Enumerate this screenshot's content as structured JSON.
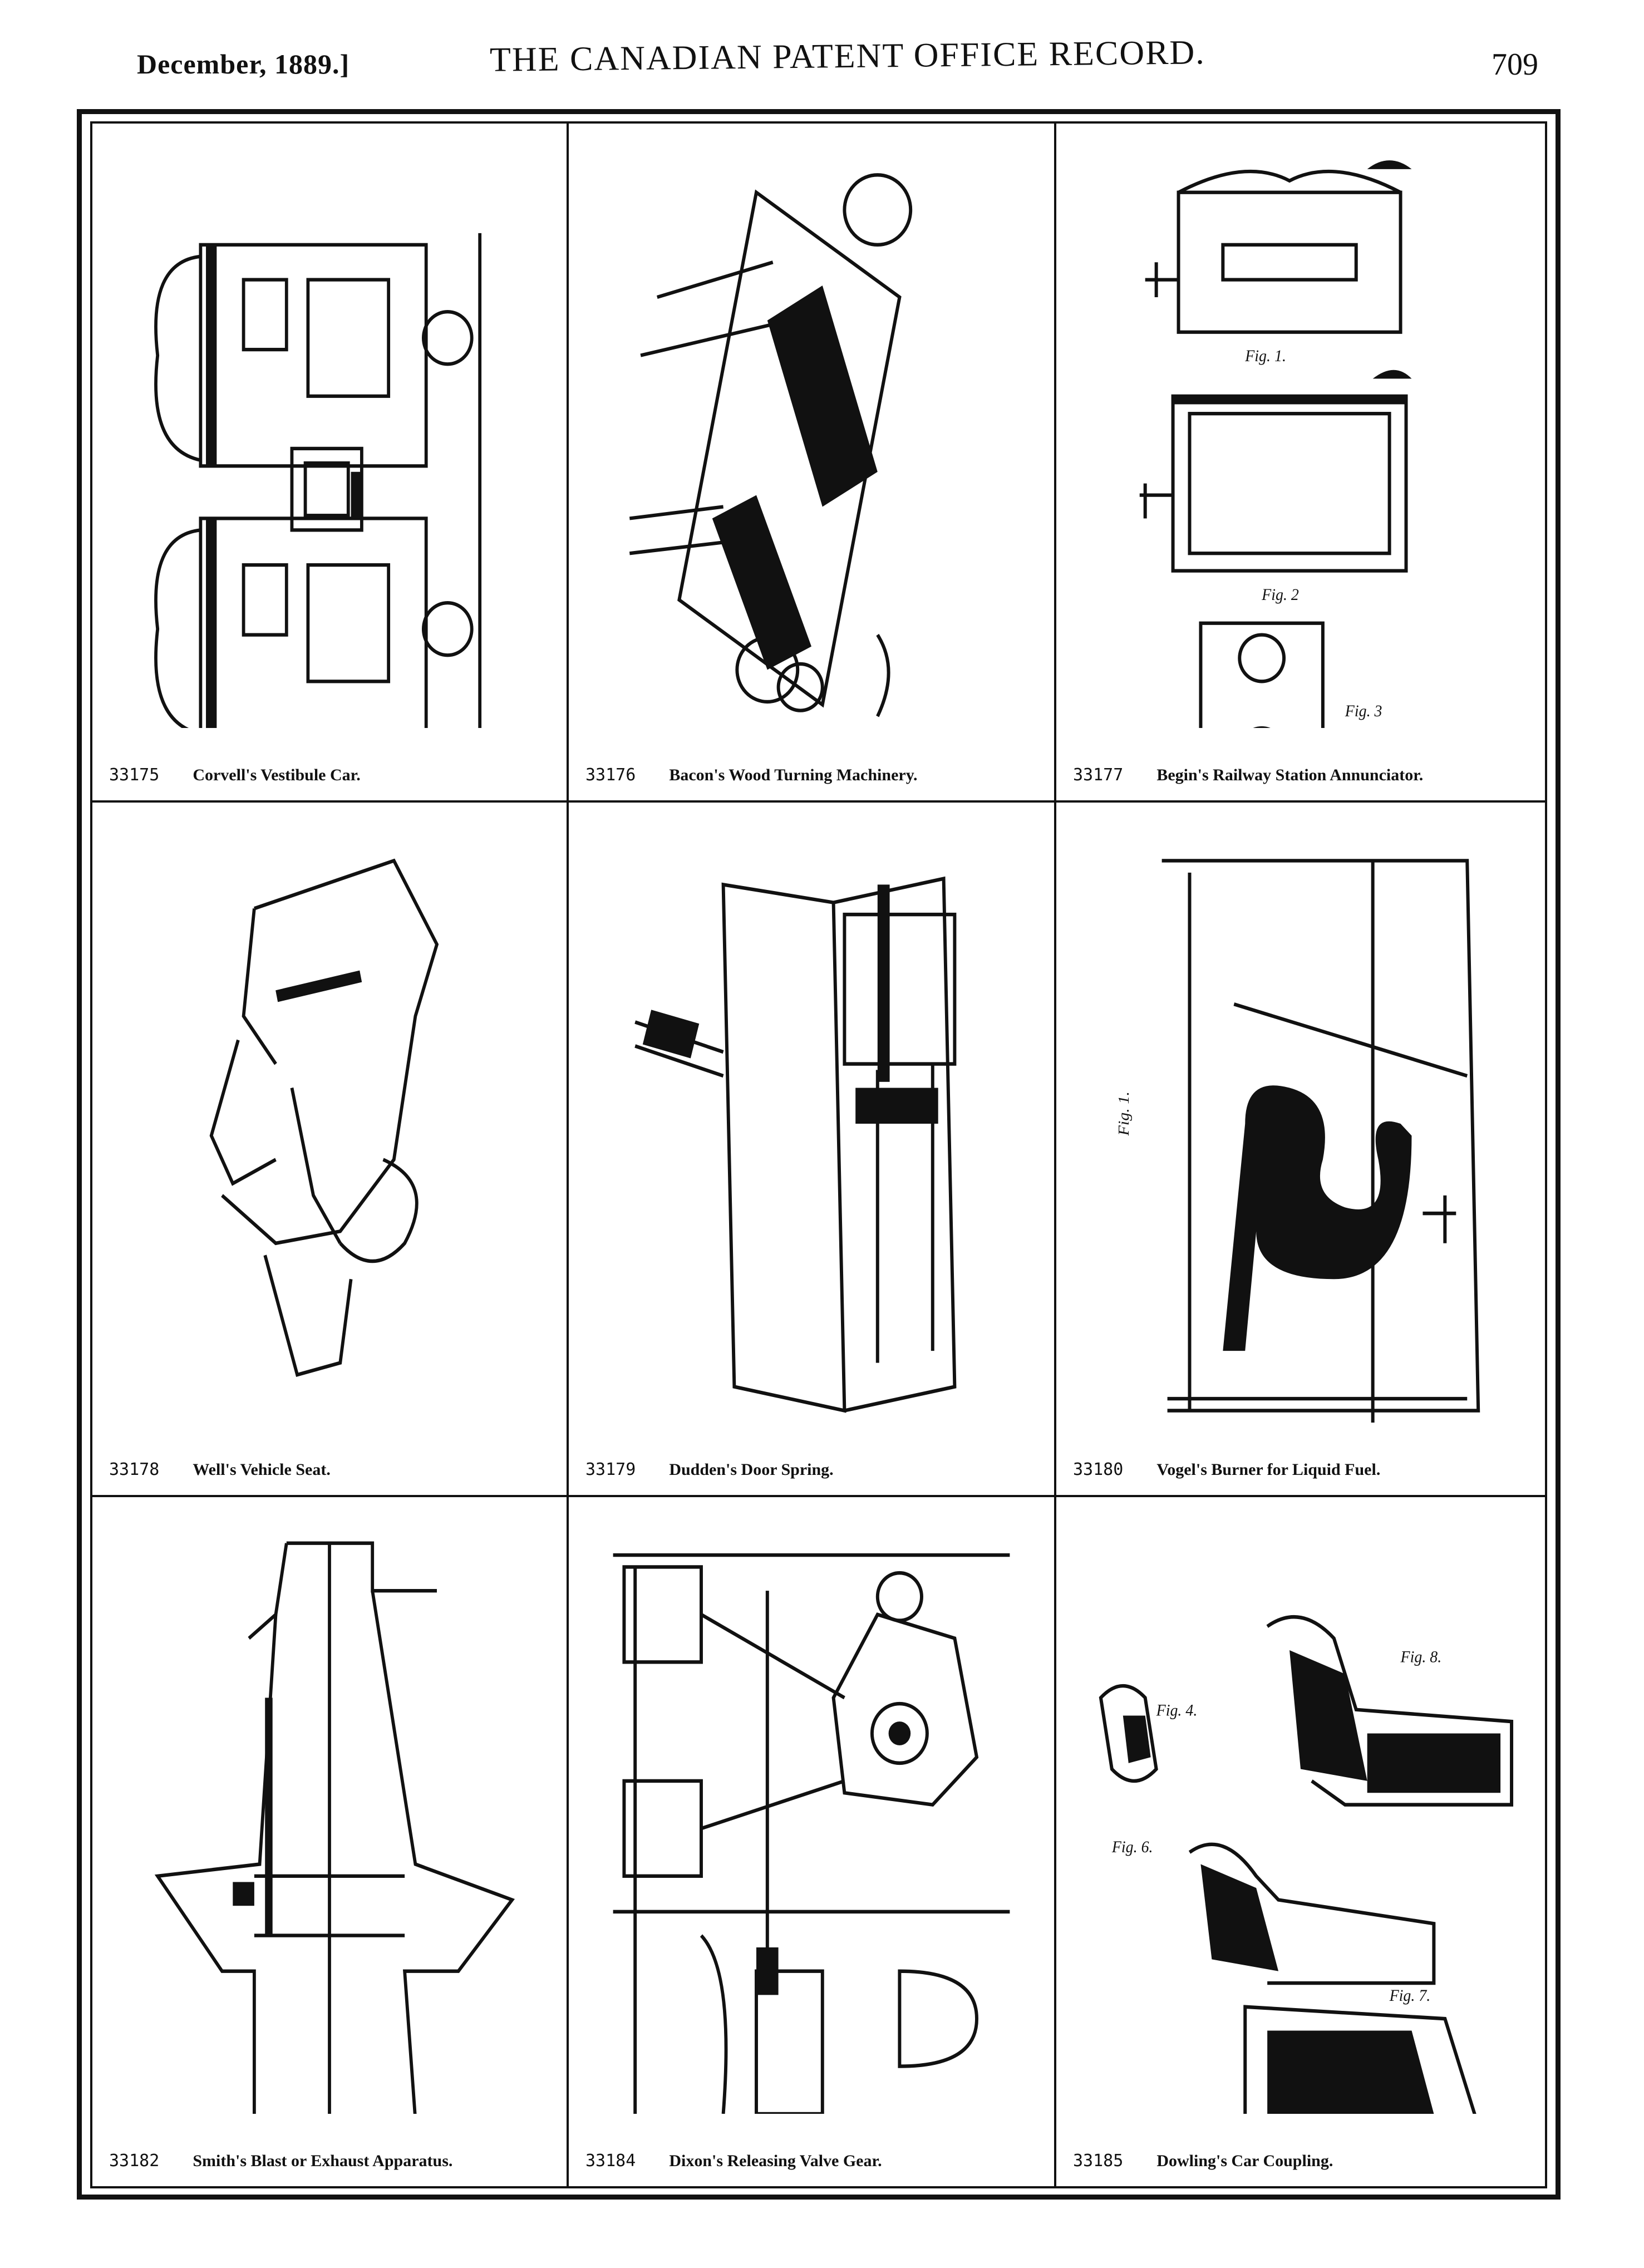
{
  "header": {
    "date": "December, 1889.]",
    "title": "THE CANADIAN PATENT OFFICE RECORD.",
    "page_number": "709"
  },
  "patents": [
    {
      "number": "33175",
      "title": "Corvell's Vestibule Car."
    },
    {
      "number": "33176",
      "title": "Bacon's Wood Turning Machinery."
    },
    {
      "number": "33177",
      "title": "Begin's Railway Station Annunciator."
    },
    {
      "number": "33178",
      "title": "Well's Vehicle Seat."
    },
    {
      "number": "33179",
      "title": "Dudden's Door Spring."
    },
    {
      "number": "33180",
      "title": "Vogel's Burner for Liquid Fuel."
    },
    {
      "number": "33182",
      "title": "Smith's Blast or Exhaust Apparatus."
    },
    {
      "number": "33184",
      "title": "Dixon's Releasing Valve Gear."
    },
    {
      "number": "33185",
      "title": "Dowling's Car Coupling."
    }
  ],
  "figure_labels": {
    "annunciator": [
      "Fig. 1.",
      "Fig. 2",
      "Fig. 3"
    ],
    "burner": [
      "Fig. 1."
    ],
    "coupling": [
      "Fig. 8.",
      "Fig. 4.",
      "Fig. 6.",
      "Fig. 7."
    ]
  }
}
